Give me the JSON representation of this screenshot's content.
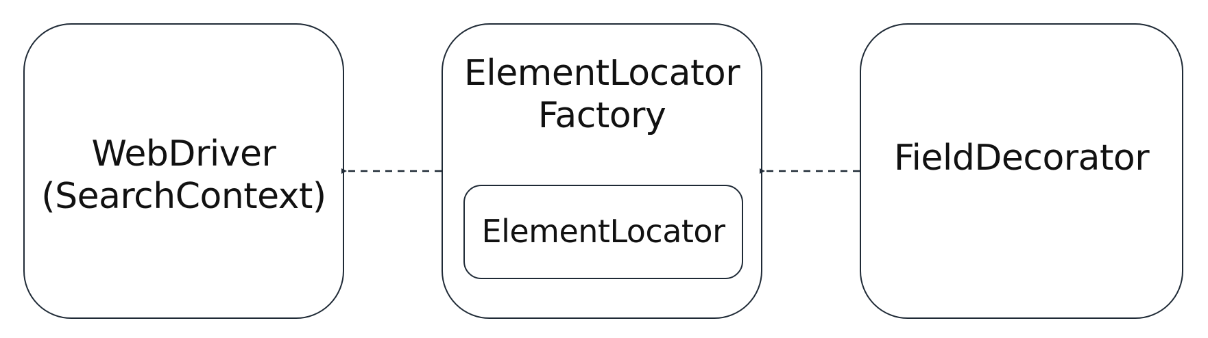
{
  "nodes": {
    "webdriver": {
      "line1": "WebDriver",
      "line2": "(SearchContext)"
    },
    "locator_factory": {
      "line1": "ElementLocator",
      "line2": "Factory",
      "inner": "ElementLocator"
    },
    "field_decorator": {
      "line1": "FieldDecorator"
    }
  },
  "edges": [
    {
      "from": "locator_factory",
      "to": "webdriver",
      "style": "dashed"
    },
    {
      "from": "field_decorator",
      "to": "locator_factory",
      "style": "dashed"
    }
  ],
  "colors": {
    "stroke": "#1f2a36",
    "text": "#111111",
    "background": "#ffffff"
  }
}
